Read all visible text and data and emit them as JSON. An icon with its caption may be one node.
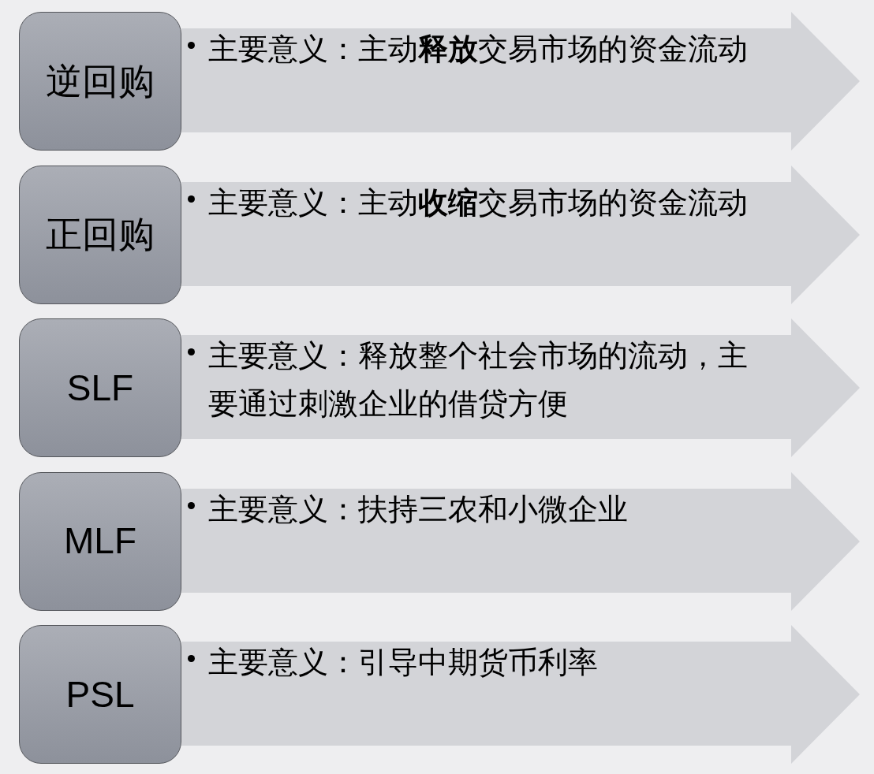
{
  "diagram": {
    "nodes": [
      {
        "text": [
          "逆回购"
        ]
      },
      {
        "text": [
          "主要意义：主动**释放**交易市场的资金流动"
        ]
      },
      {
        "text": [
          "正回购"
        ]
      },
      {
        "text": [
          "主要意义：主动**收缩**交易市场的资金流动"
        ]
      },
      {
        "text": [
          "SLF"
        ]
      },
      {
        "text": [
          "主要意义：释放整个社会市场的流动，主要通过刺激企业的借贷方便"
        ]
      },
      {
        "text": [
          "MLF"
        ]
      },
      {
        "text": [
          "主要意义：扶持三农和小微企业"
        ]
      },
      {
        "text": [
          "PSL"
        ]
      },
      {
        "text": [
          "主要意义：引导中期货币利率"
        ]
      }
    ],
    "edges": []
  }
}
